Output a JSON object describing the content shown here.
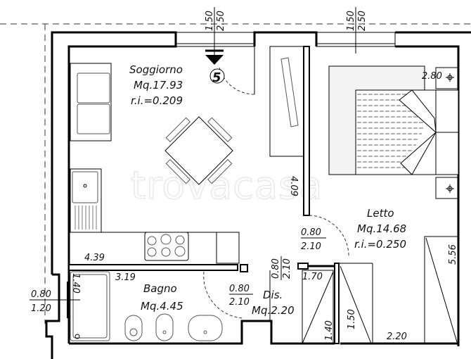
{
  "plan": {
    "rooms": [
      {
        "id": "soggiorno",
        "name": "Soggiorno",
        "area": "Mq.17.93",
        "ri": "r.i.=0.209"
      },
      {
        "id": "letto",
        "name": "Letto",
        "area": "Mq.14.68",
        "ri": "r.i.=0.250"
      },
      {
        "id": "bagno",
        "name": "Bagno",
        "area": "Mq.4.45"
      },
      {
        "id": "dis",
        "name": "Dis.",
        "area": "Mq.2.20"
      }
    ],
    "marker": {
      "label": "5"
    },
    "dimensions": {
      "window_top_left_a": "1.50",
      "window_top_left_b": "2.50",
      "window_top_right_a": "1.50",
      "window_top_right_b": "2.50",
      "letto_width": "2.80",
      "wall_height": "4.09",
      "soggiorno_width": "4.39",
      "door_letto_w": "0.80",
      "door_letto_h": "2.10",
      "door_dis_w": "0.80",
      "door_dis_h": "2.10",
      "door_bagno_w": "0.80",
      "door_bagno_h": "2.10",
      "bagno_width": "3.19",
      "bagno_tub": "1.40",
      "window_bagno_w": "0.80",
      "window_bagno_h": "1.20",
      "closet_width": "1.70",
      "closet_depth": "1.40",
      "wardrobe_depth": "1.50",
      "letto_bottom": "2.20",
      "letto_height": "5.56"
    },
    "watermark": "trovacasa"
  }
}
